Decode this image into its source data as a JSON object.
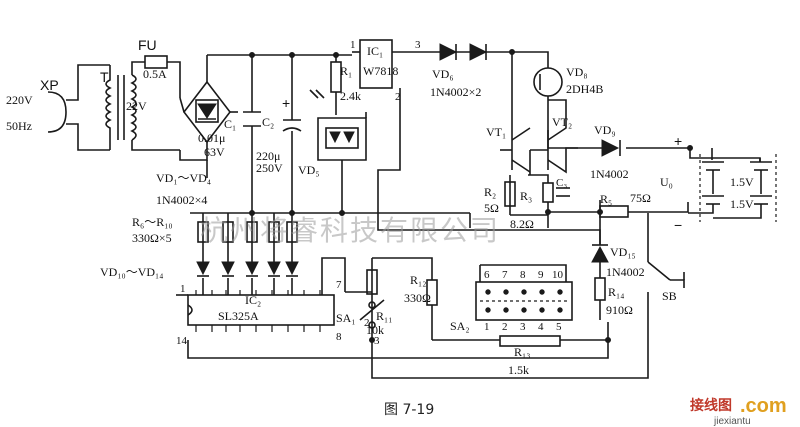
{
  "labels": {
    "xp": "XP",
    "t": "T",
    "fu": "FU",
    "fuse_rating": "0.5A",
    "v220": "220V",
    "hz": "50Hz",
    "v22": "22V",
    "c1": "C₁",
    "c1_val": "0.01μ",
    "c1_volt": "63V",
    "c2": "C₂",
    "c2_val": "220μ",
    "c2_volt": "250V",
    "plus_c2": "+",
    "vd1_vd4": "VD₁～VD₄",
    "vd_diode_type": "1N4002×4",
    "r1": "R₁",
    "r1_val": "2.4k",
    "vd5": "VD₅",
    "ic1": "IC₁",
    "ic1_part": "W7818",
    "ic1_pin1": "1",
    "ic1_pin2": "2",
    "ic1_pin3": "3",
    "vd6": "VD₆",
    "vd6_type": "1N4002×2",
    "vd8": "VD₈",
    "vd8_type": "2DH4B",
    "vt1": "VT₁",
    "vt2": "VT₂",
    "vd9": "VD₉",
    "vd9_type": "1N4002",
    "r2": "R₂",
    "r2_val": "5Ω",
    "r3": "R₃",
    "r3_val": "8.2Ω",
    "c3": "C₃",
    "r5": "R₅",
    "r5_val": "75Ω",
    "plus_out": "+",
    "minus_out": "−",
    "u0": "U₀",
    "cell_v": "1.5V",
    "r6_r10": "R₆～R₁₀",
    "r6_val": "330Ω×5",
    "vd10_vd14": "VD₁₀～VD₁₄",
    "ic2": "IC₂",
    "ic2_part": "SL325A",
    "pin1": "1",
    "pin14": "14",
    "pin7": "7",
    "pin8": "8",
    "sa1": "SA₁",
    "sa1_pin2": "2",
    "sa1_pin3": "3",
    "r11": "R₁₁",
    "r11_val": "10k",
    "r12": "R₁₂",
    "r12_val": "330Ω",
    "sa2": "SA₂",
    "sa2_top": [
      "6",
      "7",
      "8",
      "9",
      "10"
    ],
    "sa2_bot": [
      "1",
      "2",
      "3",
      "4",
      "5"
    ],
    "r13": "R₁₃",
    "r13_val": "1.5k",
    "vd15": "VD₁₅",
    "vd15_type": "1N4002",
    "r14": "R₁₄",
    "r14_val": "910Ω",
    "sb": "SB"
  },
  "caption": "图 7-19",
  "watermark": "杭州将睿科技有限公司",
  "logo": {
    "cn": "接线图",
    "com": ".com",
    "url": "jiexiantu"
  }
}
